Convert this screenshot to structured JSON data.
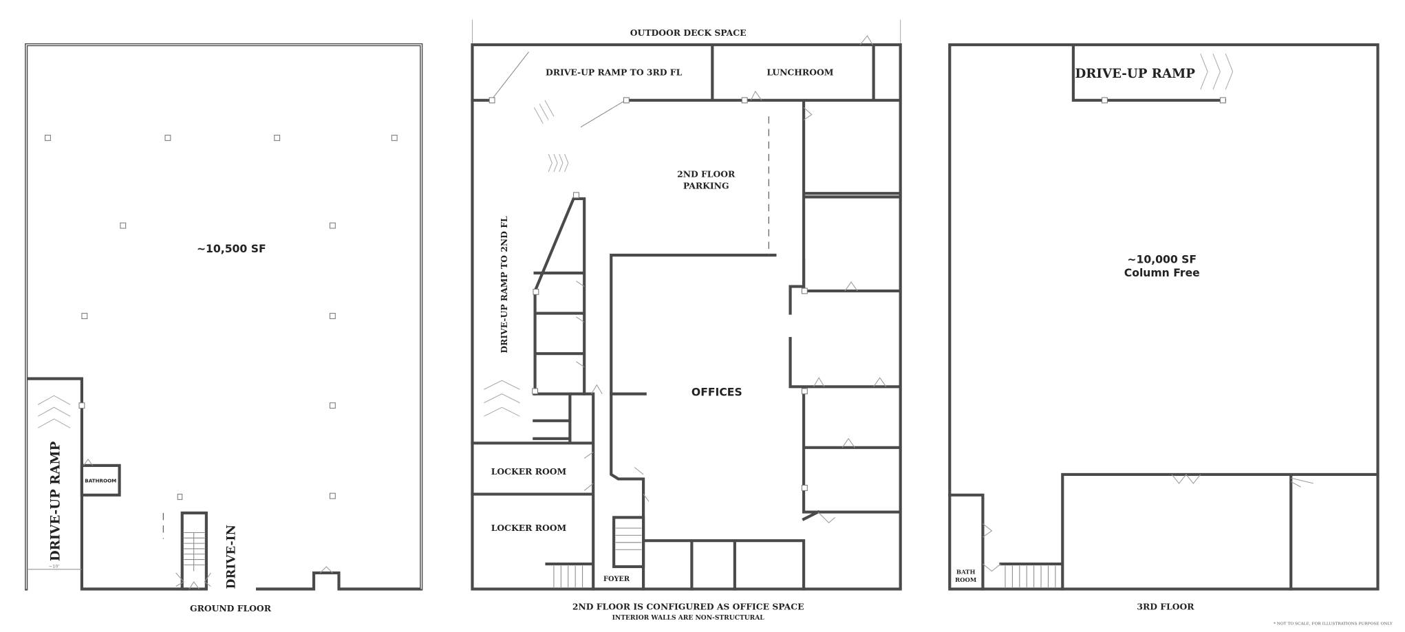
{
  "ground_floor": {
    "area": "~10,500 SF",
    "ramp_label": "DRIVE-UP RAMP",
    "bathroom_label": "BATHROOM",
    "drive_in_label": "DRIVE-IN",
    "ramp_width": "~10'",
    "caption": "GROUND FLOOR"
  },
  "second_floor": {
    "deck_label": "OUTDOOR DECK SPACE",
    "ramp_3rd_label": "DRIVE-UP RAMP TO 3RD FL",
    "lunchroom_label": "LUNCHROOM",
    "parking_label_1": "2ND FLOOR",
    "parking_label_2": "PARKING",
    "ramp_2nd_label": "DRIVE-UP RAMP TO 2ND FL",
    "offices_label": "OFFICES",
    "locker_room_1": "LOCKER ROOM",
    "locker_room_2": "LOCKER ROOM",
    "foyer_label": "FOYER",
    "caption": "2ND FLOOR IS CONFIGURED AS OFFICE SPACE",
    "subcaption": "INTERIOR WALLS ARE NON-STRUCTURAL"
  },
  "third_floor": {
    "ramp_label": "DRIVE-UP RAMP",
    "area": "~10,000 SF",
    "area_note": "Column Free",
    "bath_label_1": "BATH",
    "bath_label_2": "ROOM",
    "caption": "3RD FLOOR"
  },
  "footnote": "* NOT TO SCALE, FOR ILLUSTRATIONS PURPOSE ONLY"
}
